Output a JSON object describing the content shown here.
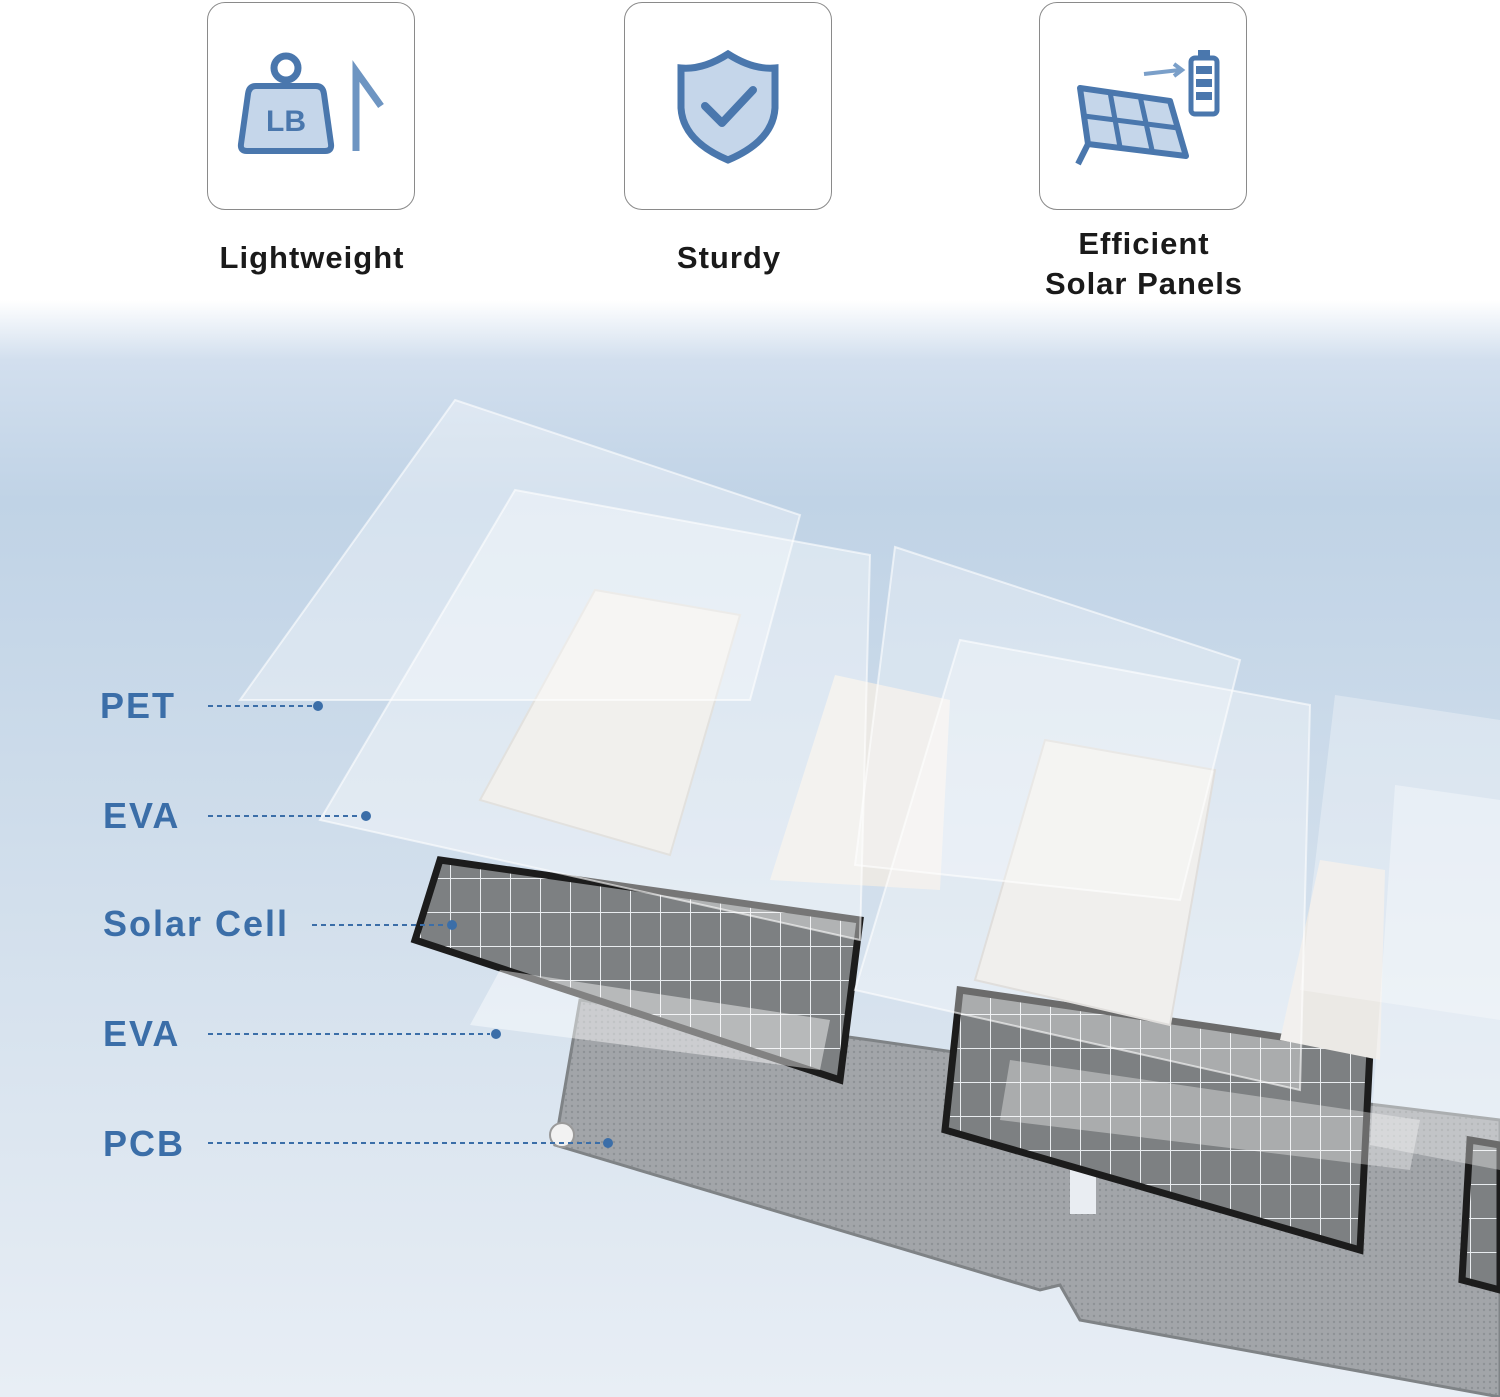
{
  "features": [
    {
      "label": "Lightweight",
      "icon": "weight-lb-icon"
    },
    {
      "label": "Sturdy",
      "icon": "shield-check-icon"
    },
    {
      "label": "Efficient\nSolar Panels",
      "icon": "solar-panel-battery-icon"
    }
  ],
  "weight_icon_text": "LB",
  "layers": [
    {
      "label": "PET"
    },
    {
      "label": "EVA"
    },
    {
      "label": "Solar Cell"
    },
    {
      "label": "EVA"
    },
    {
      "label": "PCB"
    }
  ],
  "colors": {
    "accent": "#3b6ea8",
    "icon_blue": "#4a77ad",
    "text_dark": "#1a1a1a",
    "background_blue": "#c0d3e6"
  }
}
